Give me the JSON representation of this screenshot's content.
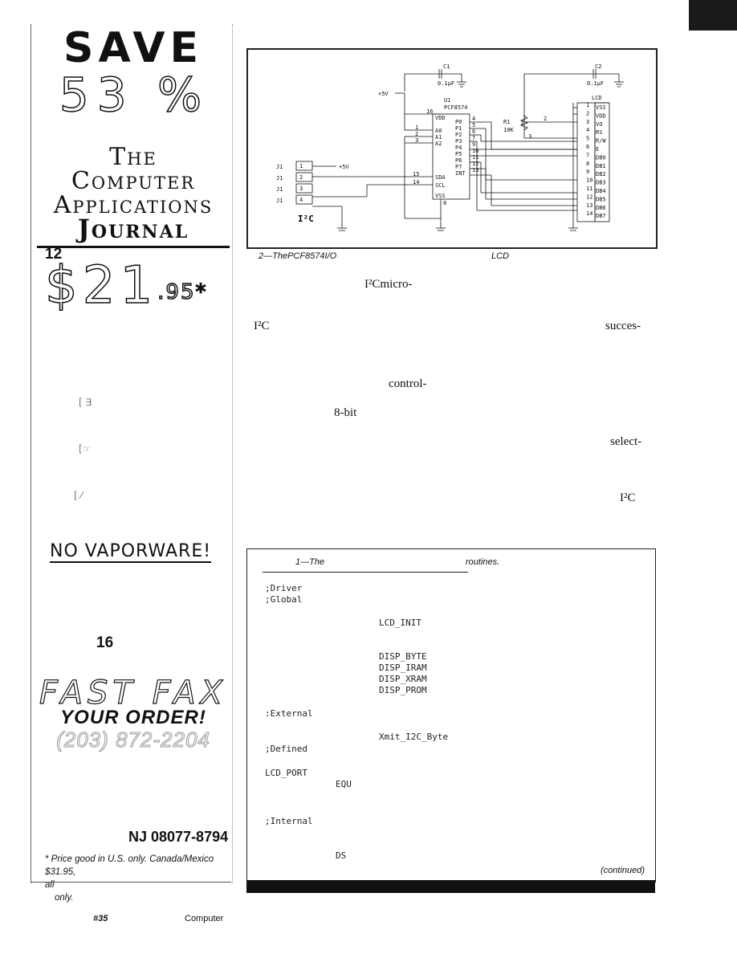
{
  "ad": {
    "save": "SAVE",
    "percent": "53 %",
    "journal_line1": "The",
    "journal_line2": "Computer",
    "journal_line3": "Applications",
    "journal_line4": "Journal",
    "issues": "12",
    "price": "$21",
    "price_cents": ".95*",
    "bullets": [
      "[ ∃",
      "[☞",
      "[ ⁄"
    ],
    "no_vaporware": "NO VAPORWARE!",
    "count16": "16",
    "fast_fax": "FAST FAX",
    "your_order": "YOUR ORDER!",
    "phone": "(203) 872-2204",
    "zip": "NJ 08077-8794",
    "footnote_line1": "* Price good in U.S. only. Canada/Mexico $31.95,",
    "footnote_line2": "all",
    "footnote_line3": "only."
  },
  "figure": {
    "caption_prefix": "2—ThePCF8574I/O",
    "caption_suffix": "LCD",
    "labels": {
      "c1": "C1",
      "c1_val": "0.1μF",
      "c2": "C2",
      "c2_val": "0.1μF",
      "plus5v": "+5V",
      "u1": "U1",
      "u1_part": "PCF8574",
      "r1": "R1",
      "r1_val": "10K",
      "lcd": "LCD",
      "j1": "J1",
      "i2c": "I²C",
      "pins_left": [
        "16",
        "1",
        "2",
        "3",
        "15",
        "14",
        "8"
      ],
      "left_names": [
        "VDD",
        "A0",
        "A1",
        "A2",
        "SDA",
        "SCL",
        "VSS"
      ],
      "right_names": [
        "P0",
        "P1",
        "P2",
        "P3",
        "P4",
        "P5",
        "P6",
        "P7",
        "INT"
      ],
      "right_pins": [
        "4",
        "5",
        "6",
        "7",
        "9",
        "10",
        "11",
        "12",
        "13"
      ],
      "lcd_pins": [
        "1",
        "2",
        "3",
        "4",
        "5",
        "6",
        "7",
        "8",
        "9",
        "10",
        "11",
        "12",
        "13",
        "14"
      ],
      "lcd_names": [
        "VSS",
        "VDD",
        "VO",
        "RS",
        "R/W",
        "E",
        "DB0",
        "DB1",
        "DB2",
        "DB3",
        "DB4",
        "DB5",
        "DB6",
        "DB7"
      ],
      "j_pins": [
        "1",
        "2",
        "3",
        "4"
      ],
      "pot_pins": [
        "1",
        "2",
        "3"
      ]
    }
  },
  "body": {
    "f1": "I²Cmicro-",
    "f2": "I²C",
    "f3": "succes-",
    "f4": "control-",
    "f5": "8-bit",
    "f6": "select-",
    "f7": "I²C"
  },
  "listing": {
    "title_prefix": "1—The",
    "title_suffix": "routines.",
    "lines": [
      {
        "indent": 0,
        "text": ";Driver"
      },
      {
        "indent": 0,
        "text": ";Global"
      },
      {
        "indent": 1,
        "text": "LCD_INIT"
      },
      {
        "indent": 1,
        "text": "DISP_BYTE"
      },
      {
        "indent": 1,
        "text": "DISP_IRAM"
      },
      {
        "indent": 1,
        "text": "DISP_XRAM"
      },
      {
        "indent": 1,
        "text": "DISP_PROM"
      },
      {
        "indent": 0,
        "text": ":External"
      },
      {
        "indent": 1,
        "text": "Xmit_I2C_Byte"
      },
      {
        "indent": 0,
        "text": ";Defined"
      },
      {
        "indent": 0,
        "text": "LCD_PORT"
      },
      {
        "indent": 2,
        "text": "EQU"
      },
      {
        "indent": 0,
        "text": ";Internal"
      },
      {
        "indent": 2,
        "text": "DS"
      }
    ],
    "continued": "(continued)"
  },
  "footer": {
    "issue": "#35",
    "journal": "Computer"
  }
}
